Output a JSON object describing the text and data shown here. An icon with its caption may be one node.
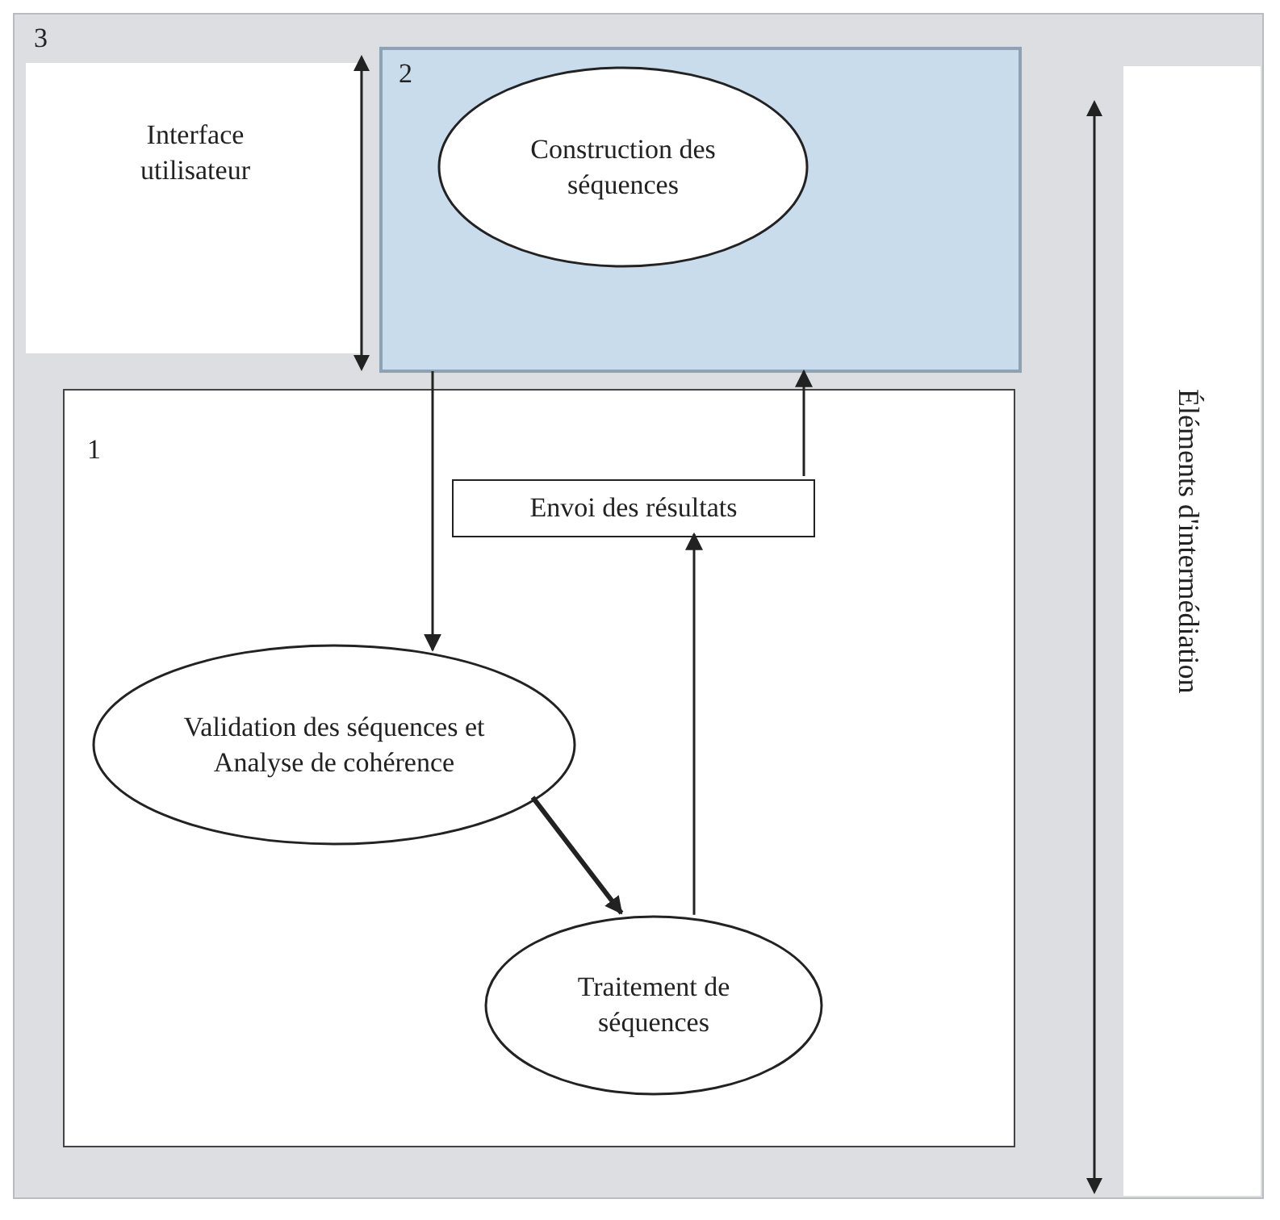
{
  "diagram": {
    "nodes": [
      {
        "text": [
          "3"
        ]
      },
      {
        "text": [
          "Interface utilisateur"
        ],
        "in": 0
      },
      {
        "text": [
          "2"
        ],
        "in": 0
      },
      {
        "text": [
          "Construction des séquences"
        ],
        "in": 2
      },
      {
        "text": [
          "Éléments d'intermédiation"
        ],
        "in": 0
      },
      {
        "text": [
          "1"
        ],
        "in": 0
      },
      {
        "text": [
          "Envoi des résultats"
        ],
        "in": 5
      },
      {
        "text": [
          "Validation des séquences et Analyse de cohérence"
        ],
        "in": 5
      },
      {
        "text": [
          "Traitement de séquences"
        ],
        "in": 5
      }
    ],
    "edges": [
      {
        "from": 2,
        "to": 7,
        "arrow": "to"
      },
      {
        "from": 7,
        "to": 8,
        "arrow": "to",
        "style": "thick"
      },
      {
        "from": 8,
        "to": 6,
        "arrow": "to"
      },
      {
        "from": 6,
        "to": 2,
        "arrow": "to"
      }
    ]
  }
}
